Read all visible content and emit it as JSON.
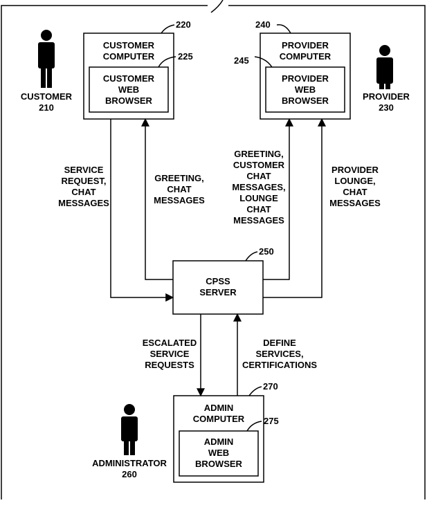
{
  "customer_computer": {
    "ref": "220",
    "title_lines": [
      "CUSTOMER",
      "COMPUTER"
    ],
    "browser": {
      "ref": "225",
      "lines": [
        "CUSTOMER",
        "WEB",
        "BROWSER"
      ]
    }
  },
  "provider_computer": {
    "ref": "240",
    "title_lines": [
      "PROVIDER",
      "COMPUTER"
    ],
    "browser": {
      "ref": "245",
      "lines": [
        "PROVIDER",
        "WEB",
        "BROWSER"
      ]
    }
  },
  "server": {
    "ref": "250",
    "lines": [
      "CPSS",
      "SERVER"
    ]
  },
  "admin_computer": {
    "ref": "270",
    "title_lines": [
      "ADMIN",
      "COMPUTER"
    ],
    "browser": {
      "ref": "275",
      "lines": [
        "ADMIN",
        "WEB",
        "BROWSER"
      ]
    }
  },
  "actors": {
    "customer": {
      "label": "CUSTOMER",
      "ref": "210"
    },
    "provider": {
      "label": "PROVIDER",
      "ref": "230"
    },
    "administrator": {
      "label": "ADMINISTRATOR",
      "ref": "260"
    }
  },
  "flows": {
    "customer_to_server": [
      "SERVICE",
      "REQUEST,",
      "CHAT",
      "MESSAGES"
    ],
    "server_to_customer": [
      "GREETING,",
      "CHAT",
      "MESSAGES"
    ],
    "server_to_provider": [
      "GREETING,",
      "CUSTOMER",
      "CHAT",
      "MESSAGES,",
      "LOUNGE",
      "CHAT",
      "MESSAGES"
    ],
    "provider_to_server": [
      "PROVIDER",
      "LOUNGE,",
      "CHAT",
      "MESSAGES"
    ],
    "server_to_admin": [
      "ESCALATED",
      "SERVICE",
      "REQUESTS"
    ],
    "admin_to_server": [
      "DEFINE",
      "SERVICES,",
      "CERTIFICATIONS"
    ]
  }
}
